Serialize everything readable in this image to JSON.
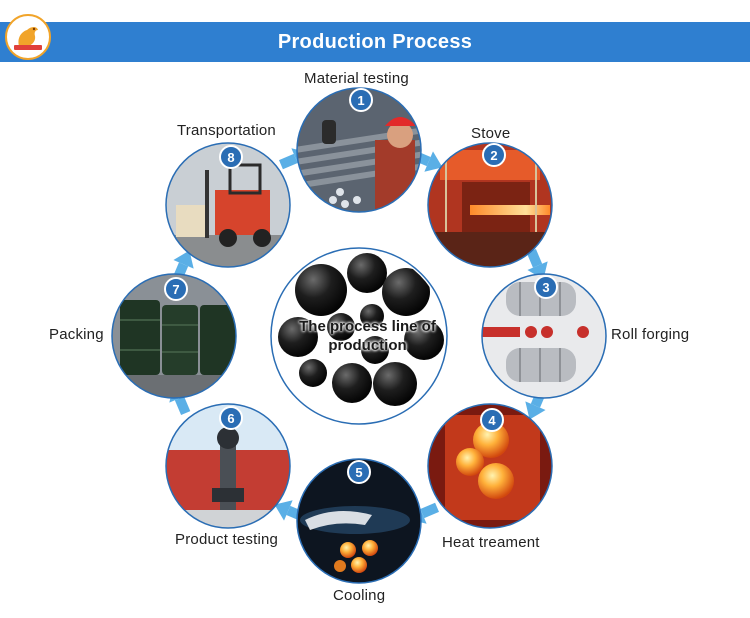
{
  "header": {
    "title": "Production Process"
  },
  "center": {
    "title": "The process line of production"
  },
  "steps": [
    {
      "number": "1",
      "label": "Material  testing"
    },
    {
      "number": "2",
      "label": "Stove"
    },
    {
      "number": "3",
      "label": "Roll forging"
    },
    {
      "number": "4",
      "label": "Heat treament"
    },
    {
      "number": "5",
      "label": "Cooling"
    },
    {
      "number": "6",
      "label": "Product testing"
    },
    {
      "number": "7",
      "label": "Packing"
    },
    {
      "number": "8",
      "label": "Transportation"
    }
  ],
  "colors": {
    "banner": "#2f7fd0",
    "arrow": "#5aafe6",
    "badge": "#2a6db4",
    "ring": "#2a6db4"
  }
}
